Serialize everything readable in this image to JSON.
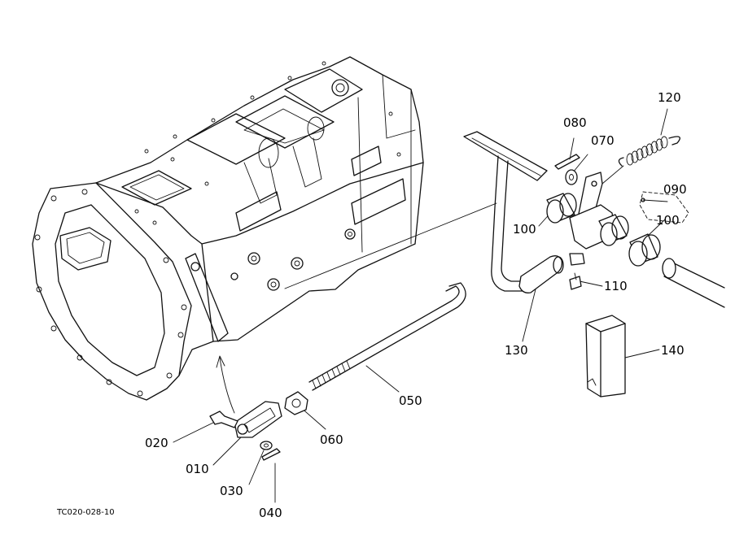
{
  "figure_code": "TC020-028-10",
  "callouts": {
    "p010": "010",
    "p020": "020",
    "p030": "030",
    "p040": "040",
    "p050": "050",
    "p060": "060",
    "p070": "070",
    "p080": "080",
    "p090": "090",
    "p100a": "100",
    "p100b": "100",
    "p110": "110",
    "p120": "120",
    "p130": "130",
    "p140": "140"
  }
}
